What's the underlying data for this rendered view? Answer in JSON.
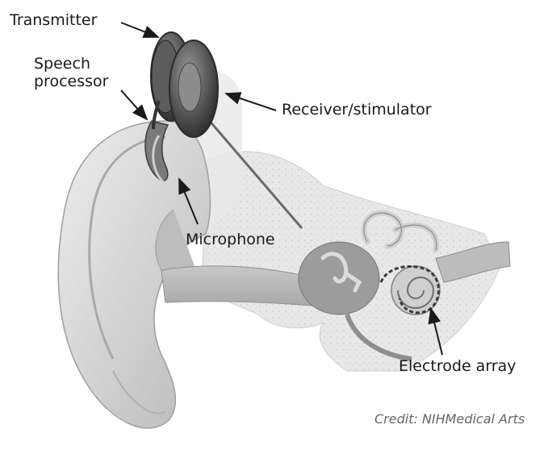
{
  "labels": {
    "transmitter": "Transmitter",
    "speech_processor_line1": "Speech",
    "speech_processor_line2": "processor",
    "receiver_stimulator": "Receiver/stimulator",
    "microphone": "Microphone",
    "electrode_array": "Electrode array"
  },
  "credit": "Credit: NIHMedical Arts",
  "colors": {
    "ear_skin": "#d9d9d9",
    "bone": "#e6e6e6",
    "device_dark": "#3c3c3c",
    "device_mid": "#6f6f6f",
    "arrow": "#1a1a1a"
  }
}
